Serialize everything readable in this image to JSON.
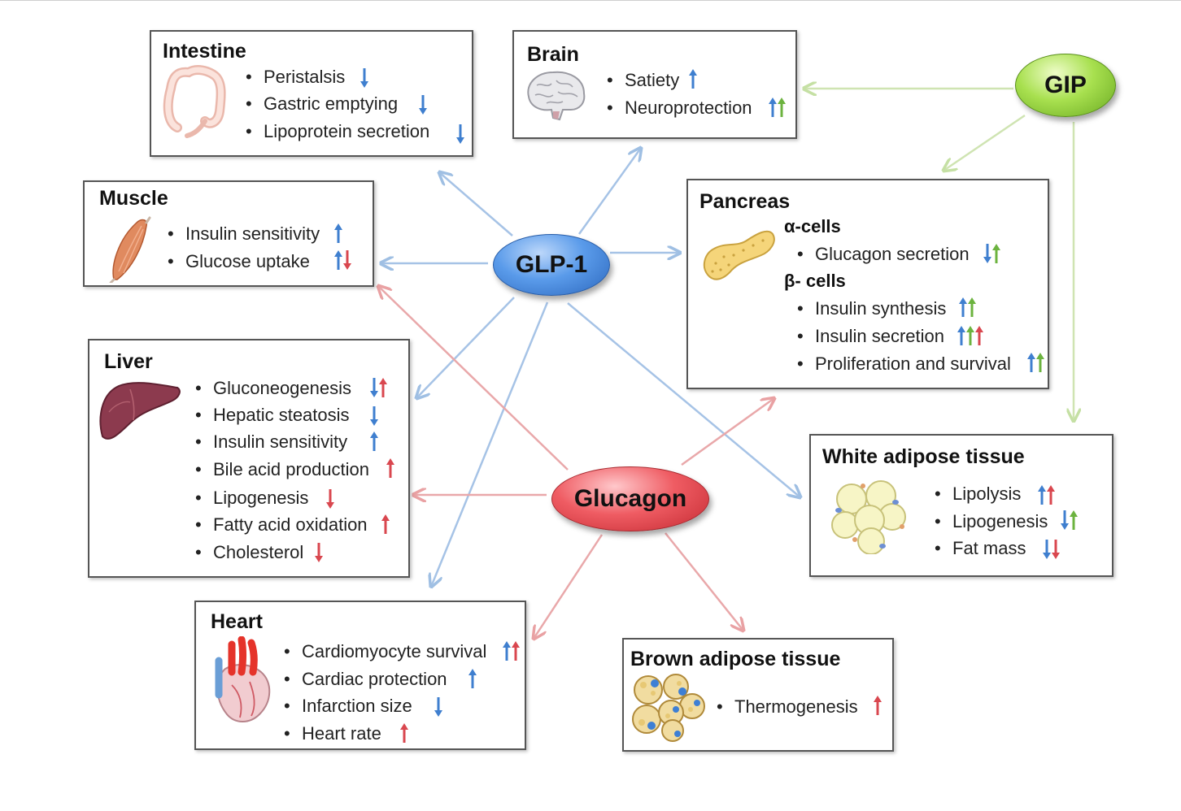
{
  "hormones": {
    "glp1": {
      "label": "GLP-1",
      "color": "#4a8be0"
    },
    "glucagon": {
      "label": "Glucagon",
      "color": "#e0404a"
    },
    "gip": {
      "label": "GIP",
      "color": "#8ccf3a"
    }
  },
  "colors": {
    "up_down_blue": "#3f7fcf",
    "red": "#d9474f",
    "green": "#6cb33f"
  },
  "organs": {
    "intestine": {
      "title": "Intestine",
      "icon": "intestine-icon",
      "items": [
        {
          "text": "Peristalsis",
          "effects": [
            "down-blue"
          ]
        },
        {
          "text": "Gastric emptying",
          "effects": [
            "down-blue"
          ]
        },
        {
          "text": "Lipoprotein secretion",
          "effects": [
            "down-blue"
          ]
        }
      ]
    },
    "brain": {
      "title": "Brain",
      "icon": "brain-icon",
      "items": [
        {
          "text": "Satiety",
          "effects": [
            "up-blue"
          ]
        },
        {
          "text": "Neuroprotection",
          "effects": [
            "up-blue",
            "up-green"
          ]
        }
      ]
    },
    "muscle": {
      "title": "Muscle",
      "icon": "muscle-icon",
      "items": [
        {
          "text": "Insulin sensitivity",
          "effects": [
            "up-blue"
          ]
        },
        {
          "text": "Glucose uptake",
          "effects": [
            "up-blue",
            "down-red"
          ]
        }
      ]
    },
    "pancreas": {
      "title": "Pancreas",
      "icon": "pancreas-icon",
      "alpha_label": "α-cells",
      "beta_label": "β- cells",
      "alpha_items": [
        {
          "text": "Glucagon secretion",
          "effects": [
            "down-blue",
            "up-green"
          ]
        }
      ],
      "beta_items": [
        {
          "text": "Insulin synthesis",
          "effects": [
            "up-blue",
            "up-green"
          ]
        },
        {
          "text": "Insulin secretion",
          "effects": [
            "up-blue",
            "up-green",
            "up-red"
          ]
        },
        {
          "text": "Proliferation and survival",
          "effects": [
            "up-blue",
            "up-green"
          ]
        }
      ]
    },
    "liver": {
      "title": "Liver",
      "icon": "liver-icon",
      "items": [
        {
          "text": "Gluconeogenesis",
          "effects": [
            "down-blue",
            "up-red"
          ]
        },
        {
          "text": "Hepatic steatosis",
          "effects": [
            "down-blue"
          ]
        },
        {
          "text": "Insulin sensitivity",
          "effects": [
            "up-blue"
          ]
        },
        {
          "text": "Bile acid production",
          "effects": [
            "up-red"
          ]
        },
        {
          "text": "Lipogenesis",
          "effects": [
            "down-red"
          ]
        },
        {
          "text": "Fatty acid oxidation",
          "effects": [
            "up-red"
          ]
        },
        {
          "text": "Cholesterol",
          "effects": [
            "down-red"
          ]
        }
      ]
    },
    "wat": {
      "title": "White adipose tissue",
      "icon": "white-adipocytes-icon",
      "items": [
        {
          "text": "Lipolysis",
          "effects": [
            "up-blue",
            "up-red"
          ]
        },
        {
          "text": "Lipogenesis",
          "effects": [
            "down-blue",
            "up-green"
          ]
        },
        {
          "text": "Fat mass",
          "effects": [
            "down-blue",
            "down-red"
          ]
        }
      ]
    },
    "heart": {
      "title": "Heart",
      "icon": "heart-icon",
      "items": [
        {
          "text": "Cardiomyocyte survival",
          "effects": [
            "up-blue",
            "up-red"
          ]
        },
        {
          "text": "Cardiac protection",
          "effects": [
            "up-blue"
          ]
        },
        {
          "text": "Infarction size",
          "effects": [
            "down-blue"
          ]
        },
        {
          "text": "Heart rate",
          "effects": [
            "up-red"
          ]
        }
      ]
    },
    "bat": {
      "title": "Brown adipose tissue",
      "icon": "brown-adipocytes-icon",
      "items": [
        {
          "text": "Thermogenesis",
          "effects": [
            "up-red"
          ]
        }
      ]
    }
  }
}
